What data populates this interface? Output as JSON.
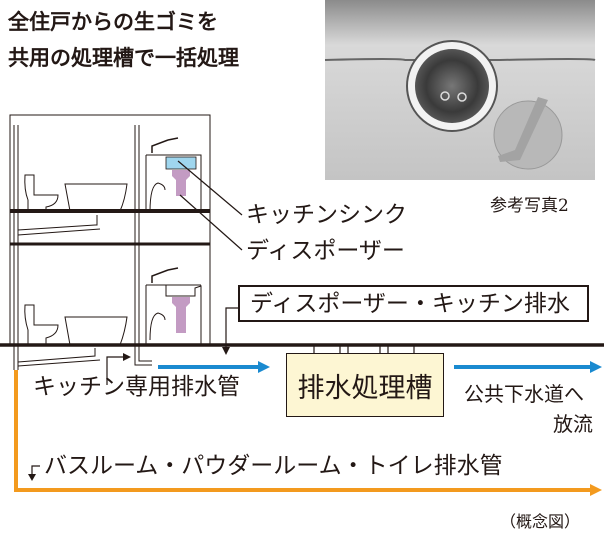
{
  "title": {
    "line1": "全住戸からの生ゴミを",
    "line2": "共用の処理槽で一括処理"
  },
  "photo": {
    "caption": "参考写真2"
  },
  "labels": {
    "kitchen_sink": "キッチンシンク",
    "disposer": "ディスポーザー",
    "disposer_kitchen_drain": "ディスポーザー・キッチン排水",
    "kitchen_drain_pipe": "キッチン専用排水管",
    "treatment_tank": "排水処理槽",
    "public_sewer_line1": "公共下水道へ",
    "public_sewer_line2": "放流",
    "bath_drain_pipe": "バスルーム・パウダールーム・トイレ排水管",
    "concept_note": "（概念図）"
  },
  "colors": {
    "kitchen_flow": "#1a8ad0",
    "bath_flow": "#f39a1e",
    "tank_fill": "#fdf6d3",
    "sink_water": "#9fd6ee",
    "disposer": "#c39bc3"
  }
}
